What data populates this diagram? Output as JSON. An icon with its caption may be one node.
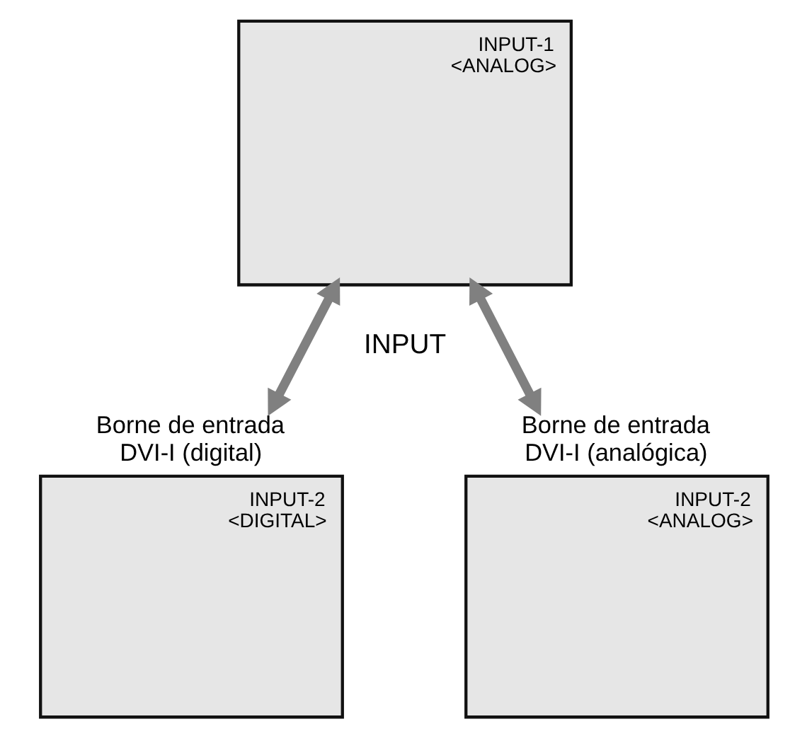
{
  "diagram": {
    "nodes": [
      {
        "text": [
          "INPUT-1 <ANALOG>"
        ]
      },
      {
        "text": [
          "Borne de entrada DVI-I (digital)",
          "INPUT-2 <DIGITAL>"
        ]
      },
      {
        "text": [
          "Borne de entrada DVI-I (analógica)",
          "INPUT-2 <ANALOG>"
        ]
      }
    ],
    "edges": [
      {
        "from": 0,
        "to": 1,
        "arrow": "both"
      },
      {
        "from": 0,
        "to": 2,
        "arrow": "both"
      }
    ],
    "labels": [
      "INPUT"
    ]
  }
}
